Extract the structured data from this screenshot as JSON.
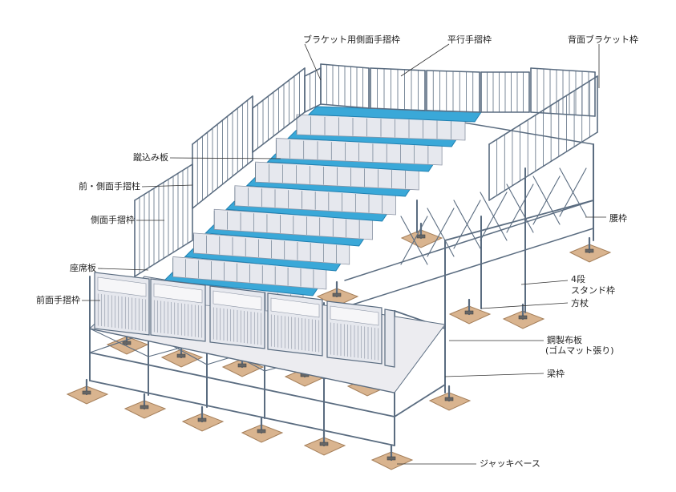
{
  "labels": {
    "bracket_side_rail": "ブラケット用側面手摺枠",
    "parallel_rail": "平行手摺枠",
    "back_bracket": "背面ブラケット枠",
    "kick_board": "蹴込み板",
    "front_side_post": "前・側面手摺柱",
    "side_rail": "側面手摺枠",
    "seat_board": "座席板",
    "front_rail": "前面手摺枠",
    "waist_frame": "腰枠",
    "four_step": "4段",
    "stand_frame": "スタンド枠",
    "brace": "方杖",
    "steel_deck": "鋼製布板",
    "rubber_mat": "(ゴムマット張り)",
    "beam_frame": "梁枠",
    "jack_base": "ジャッキベース"
  },
  "colors": {
    "seat": "#3aa8d8",
    "seat_edge": "#1f7fb0",
    "frame": "#5a6c80",
    "pad": "#d9b48f",
    "pad_edge": "#a57f5a",
    "panel": "#e6e8ee"
  }
}
